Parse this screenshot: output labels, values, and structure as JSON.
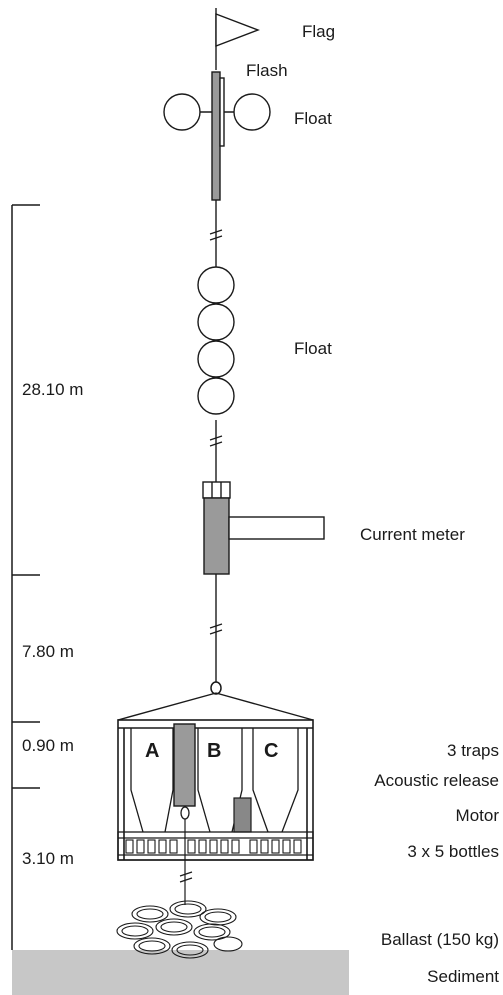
{
  "labels": {
    "flag": "Flag",
    "flash": "Flash",
    "float_top": "Float",
    "float_mid": "Float",
    "current_meter": "Current meter",
    "traps": "3 traps",
    "acoustic_release": "Acoustic release",
    "motor": "Motor",
    "bottles": "3 x 5 bottles",
    "ballast": "Ballast (150 kg)",
    "sediment": "Sediment"
  },
  "depths": {
    "d1": "28.10 m",
    "d2": "7.80 m",
    "d3": "0.90 m",
    "d4": "3.10 m"
  },
  "trap_letters": [
    "A",
    "B",
    "C"
  ],
  "colors": {
    "line": "#1a1a1a",
    "device_gray": "#9a9a9a",
    "sediment": "#c7c7c7"
  }
}
